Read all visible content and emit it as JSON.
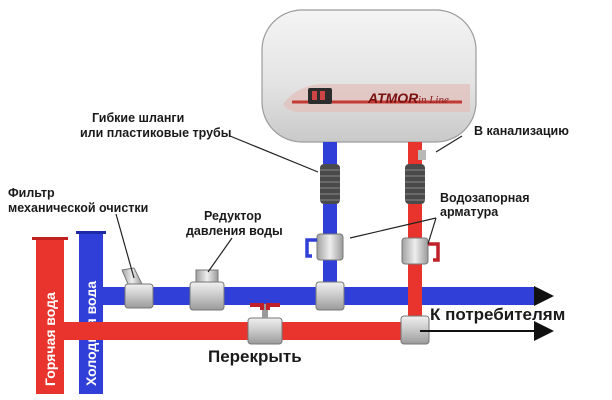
{
  "colors": {
    "hot": "#e8342c",
    "cold": "#2f3fd8",
    "fitting": "#cfcfcf",
    "valve_handle": "#c0202a"
  },
  "heater": {
    "brand": "ATMOR",
    "model": "in Line"
  },
  "labels": {
    "hoses": [
      "Гибкие шланги",
      "или пластиковые трубы"
    ],
    "drain": "В канализацию",
    "filter": [
      "Фильтр",
      "механической очистки"
    ],
    "reducer": [
      "Редуктор",
      "давления воды"
    ],
    "shutoff": [
      "Водозапорная",
      "арматура"
    ],
    "consumers": "К потребителям",
    "close": "Перекрыть"
  },
  "risers": {
    "hot": "Горячая вода",
    "cold": "Холодная вода"
  }
}
